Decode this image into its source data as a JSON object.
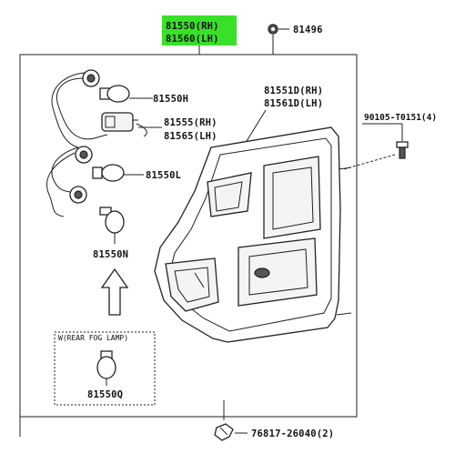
{
  "diagram": {
    "main_part": {
      "rh": "81550(RH)",
      "lh": "81560(LH)",
      "highlight_color": "#39e029"
    },
    "labels": {
      "grommet": "81496",
      "bulb_stop": "81550H",
      "socket_rh": "81555(RH)",
      "socket_lh": "81565(LH)",
      "bulb_turn": "81550L",
      "bulb_back": "81550N",
      "lens_rh": "81551D(RH)",
      "lens_lh": "81561D(LH)",
      "screw": "90105-T0151(4)",
      "fog_note": "W(REAR FOG LAMP)",
      "bulb_fog": "81550Q",
      "clip": "76817-26040(2)"
    },
    "icons": [
      "bulb-icon",
      "socket-wire-icon",
      "arrow-up-icon",
      "screw-icon",
      "clip-icon",
      "grommet-icon",
      "tail-lamp-icon"
    ]
  }
}
